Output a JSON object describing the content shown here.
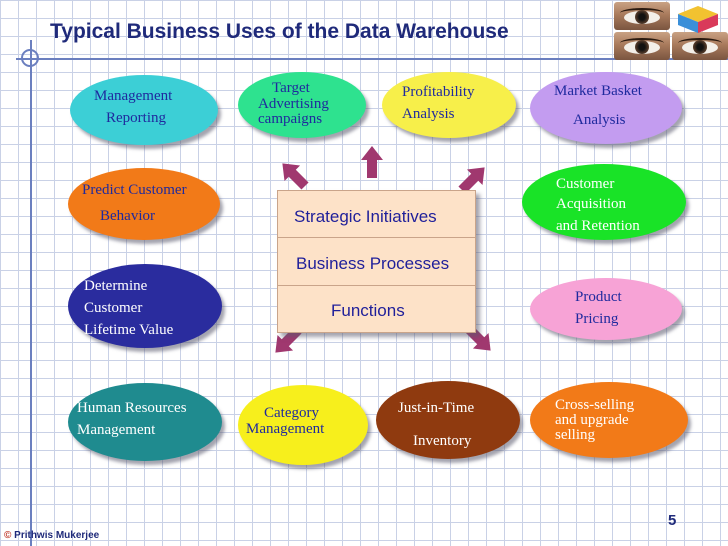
{
  "title": "Typical Business Uses of the Data Warehouse",
  "center": {
    "items": [
      "Strategic Initiatives",
      "Business Processes",
      "Functions"
    ],
    "fill": "#fde2c8",
    "text_color": "#1f1f9a"
  },
  "nodes": [
    {
      "lines": [
        "Management",
        "Reporting"
      ],
      "color": "#3ccfd6"
    },
    {
      "lines": [
        "Target",
        "Advertising",
        "campaigns"
      ],
      "color": "#2ee28f"
    },
    {
      "lines": [
        "Profitability",
        "Analysis"
      ],
      "color": "#f7ef4a"
    },
    {
      "lines": [
        "Market Basket",
        "Analysis"
      ],
      "color": "#c39cf0"
    },
    {
      "lines": [
        "Predict Customer",
        "Behavior"
      ],
      "color": "#f27a18"
    },
    {
      "lines": [
        "Customer",
        "Acquisition",
        "and Retention"
      ],
      "color": "#19e327"
    },
    {
      "lines": [
        "Determine",
        "Customer",
        "Lifetime Value"
      ],
      "color": "#2a2c9e"
    },
    {
      "lines": [
        "Product",
        "Pricing"
      ],
      "color": "#f7a3d6"
    },
    {
      "lines": [
        "Human Resources",
        "Management"
      ],
      "color": "#1f8b8f"
    },
    {
      "lines": [
        "Category",
        "Management"
      ],
      "color": "#f7ef1c"
    },
    {
      "lines": [
        "Just-in-Time",
        "Inventory"
      ],
      "color": "#8f3a0f"
    },
    {
      "lines": [
        "Cross-selling",
        "and upgrade",
        "selling"
      ],
      "color": "#f27a18"
    }
  ],
  "arrow_color": "#a0386f",
  "page_number": "5",
  "copyright": {
    "symbol": "©",
    "text": "Prithwis Mukerjee"
  }
}
